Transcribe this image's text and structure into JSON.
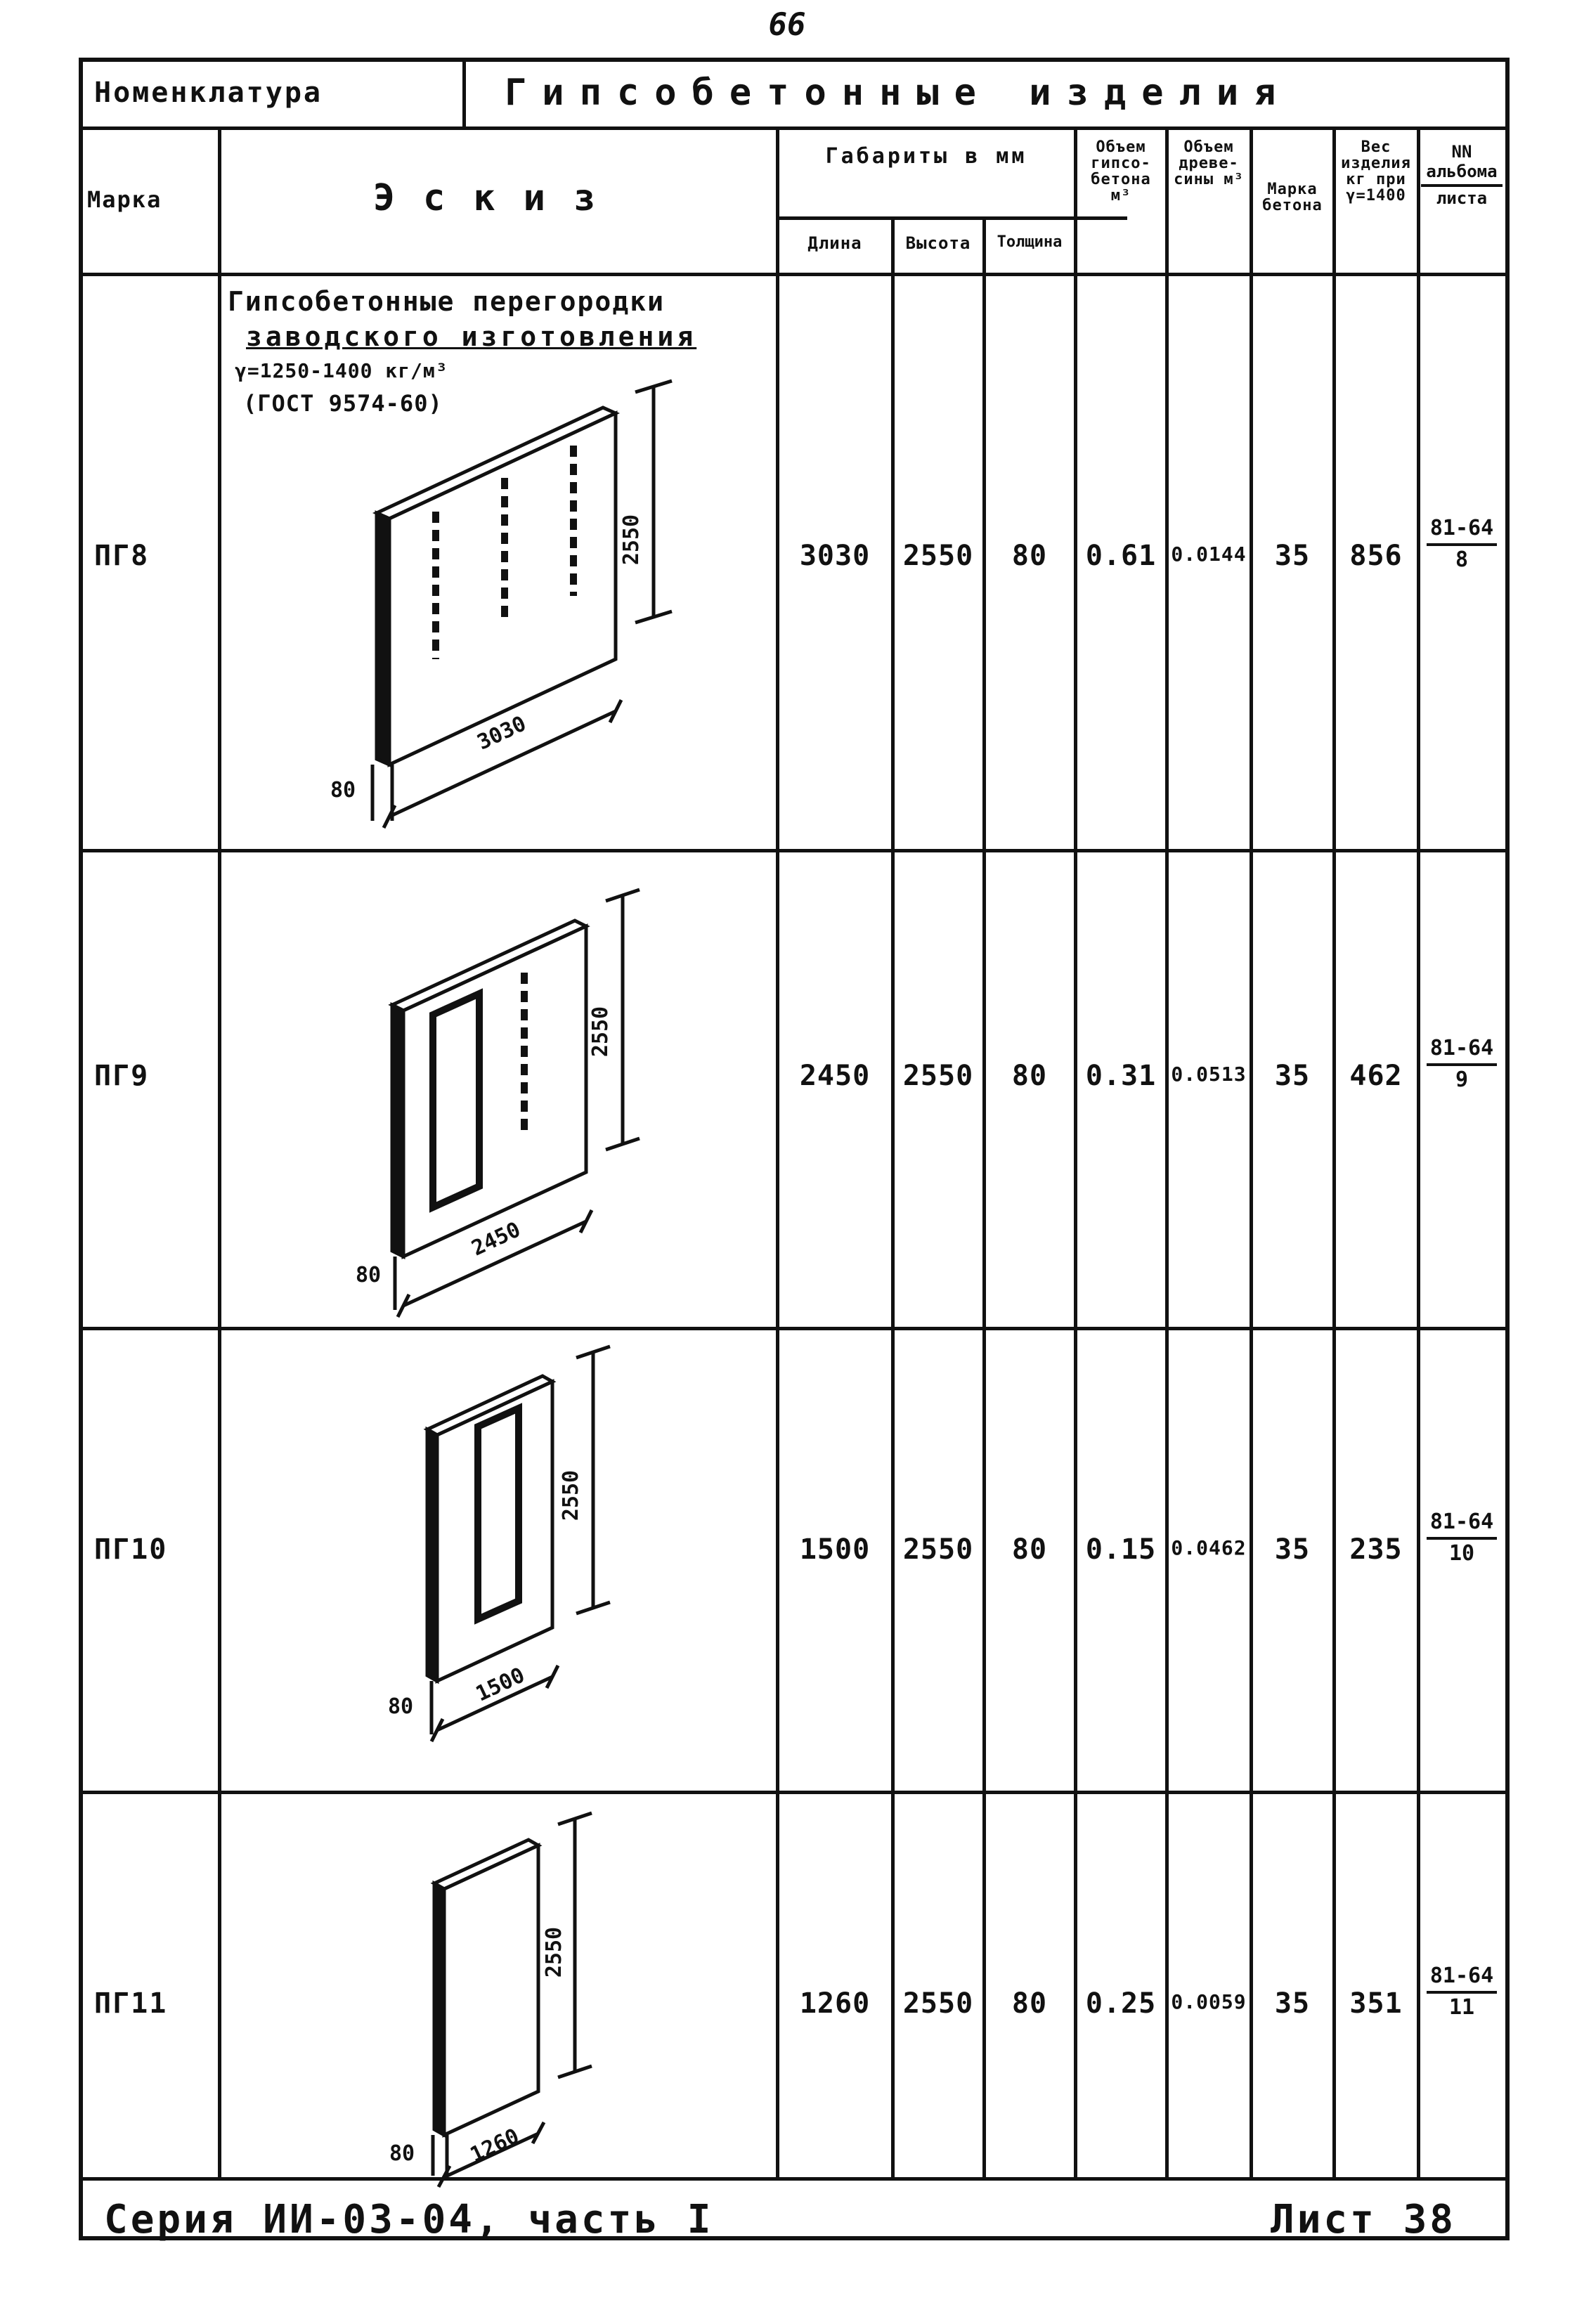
{
  "page_number": "66",
  "header": {
    "nomenclature_label": "Номенклатура",
    "section_title": "Гипсобетонные изделия"
  },
  "columns": {
    "mark": "Марка",
    "sketch": "Эскиз",
    "dimensions_group": "Габариты в мм",
    "length": "Длина",
    "height": "Высота",
    "thickness": "Толщина",
    "gypsum_volume": "Объем гипсо-бетона м³",
    "wood_volume": "Объем древе-сины м³",
    "concrete_grade": "Марка бетона",
    "weight": "Вес изделия кг при γ=1400",
    "album_number": "NN альбома",
    "sheet_label": "листа"
  },
  "sketch_caption": {
    "line1": "Гипсобетонные перегородки",
    "line2": "заводского изготовления",
    "line3": "γ=1250-1400 кг/м³",
    "line4": "(ГОСТ 9574-60)"
  },
  "rows": [
    {
      "mark": "ПГ8",
      "length": "3030",
      "height": "2550",
      "thickness": "80",
      "gypsum_volume": "0.61",
      "wood_volume": "0.0144",
      "concrete_grade": "35",
      "weight": "856",
      "album": "81-64",
      "sheet": "8",
      "sketch": {
        "height_label": "2550",
        "length_label": "3030",
        "thickness_label": "80"
      }
    },
    {
      "mark": "ПГ9",
      "length": "2450",
      "height": "2550",
      "thickness": "80",
      "gypsum_volume": "0.31",
      "wood_volume": "0.0513",
      "concrete_grade": "35",
      "weight": "462",
      "album": "81-64",
      "sheet": "9",
      "sketch": {
        "height_label": "2550",
        "length_label": "2450",
        "thickness_label": "80"
      }
    },
    {
      "mark": "ПГ10",
      "length": "1500",
      "height": "2550",
      "thickness": "80",
      "gypsum_volume": "0.15",
      "wood_volume": "0.0462",
      "concrete_grade": "35",
      "weight": "235",
      "album": "81-64",
      "sheet": "10",
      "sketch": {
        "height_label": "2550",
        "length_label": "1500",
        "thickness_label": "80"
      }
    },
    {
      "mark": "ПГ11",
      "length": "1260",
      "height": "2550",
      "thickness": "80",
      "gypsum_volume": "0.25",
      "wood_volume": "0.0059",
      "concrete_grade": "35",
      "weight": "351",
      "album": "81-64",
      "sheet": "11",
      "sketch": {
        "height_label": "2550",
        "length_label": "1260",
        "thickness_label": "80"
      }
    }
  ],
  "footer": {
    "series": "Серия ИИ-03-04, часть I",
    "sheet": "Лист 38"
  }
}
